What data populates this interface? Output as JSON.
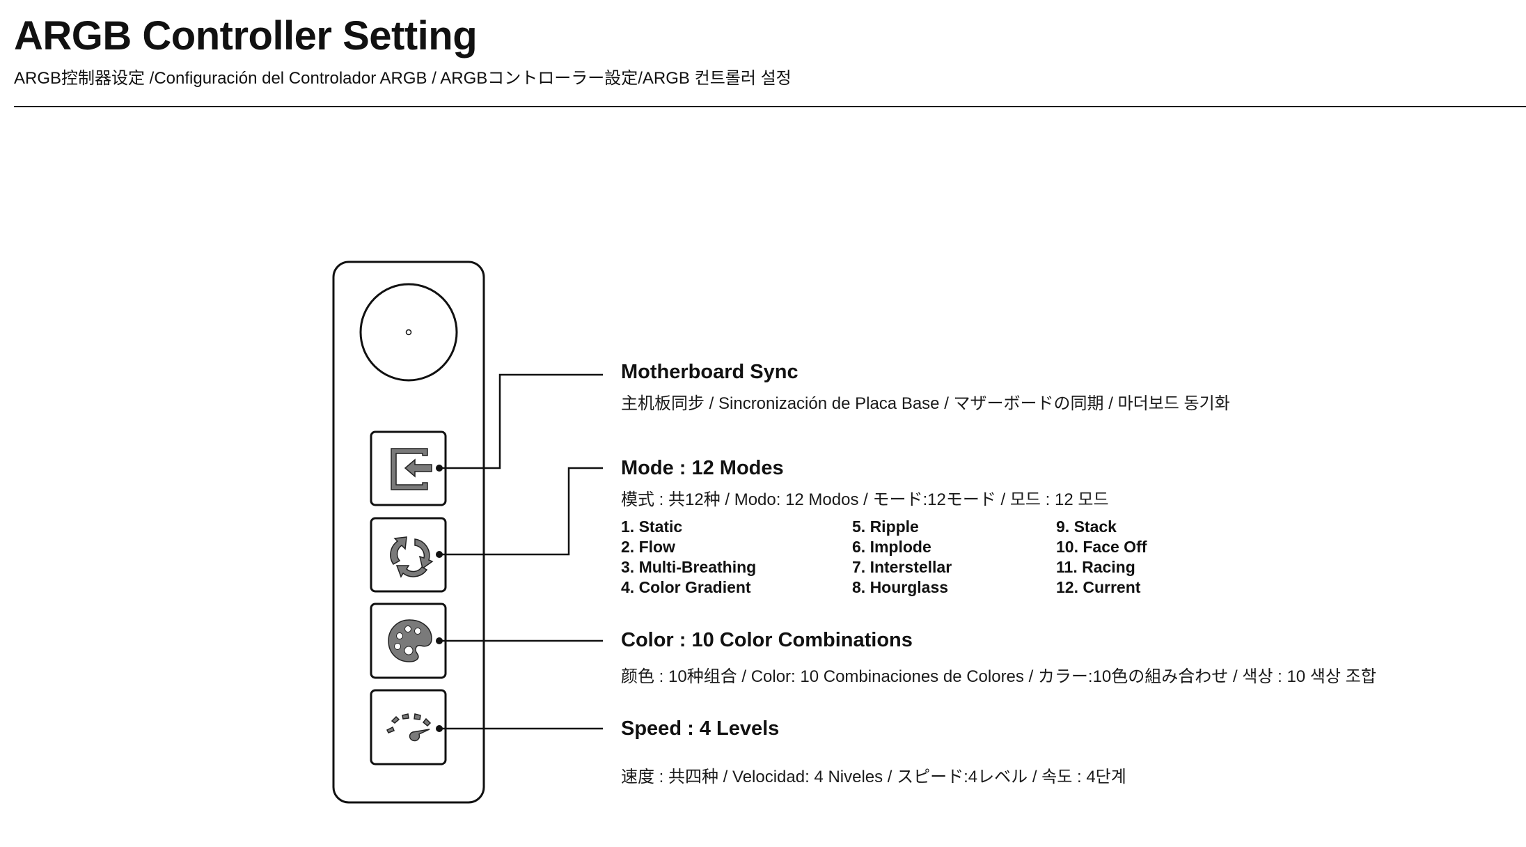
{
  "header": {
    "title": "ARGB Controller Setting",
    "subtitle": "ARGB控制器设定 /Configuración del Controlador ARGB / ARGBコントローラー設定/ARGB 컨트롤러 설정"
  },
  "controller": {
    "buttons": [
      {
        "icon": "exit-icon"
      },
      {
        "icon": "cycle-arrows-icon"
      },
      {
        "icon": "palette-icon"
      },
      {
        "icon": "speedometer-icon"
      }
    ],
    "dial_icon": "dial-knob"
  },
  "callouts": {
    "sync": {
      "heading": "Motherboard Sync",
      "description": "主机板同步 / Sincronización de Placa Base / マザーボードの同期 / 마더보드 동기화"
    },
    "mode": {
      "heading": "Mode : 12 Modes",
      "description": "模式 : 共12种 / Modo: 12 Modos / モード:12モード /  모드 : 12 모드",
      "columns": [
        [
          "1.  Static",
          "2. Flow",
          "3. Multi-Breathing",
          "4. Color Gradient"
        ],
        [
          "5. Ripple",
          "6. Implode",
          "7.  Interstellar",
          "8.  Hourglass"
        ],
        [
          "9.   Stack",
          "10. Face Off",
          "11.  Racing",
          "12. Current"
        ]
      ]
    },
    "color": {
      "heading": "Color : 10 Color Combinations",
      "description": "颜色 : 10种组合 / Color: 10 Combinaciones de Colores / カラー:10色の組み合わせ / 색상 : 10 색상 조합"
    },
    "speed": {
      "heading": "Speed : 4 Levels",
      "description": "速度 : 共四种 / Velocidad: 4 Niveles / スピード:4レベル / 속도 : 4단계"
    }
  },
  "colors": {
    "ink": "#111111",
    "icon_fill": "#7a7a7a",
    "background": "#ffffff"
  }
}
